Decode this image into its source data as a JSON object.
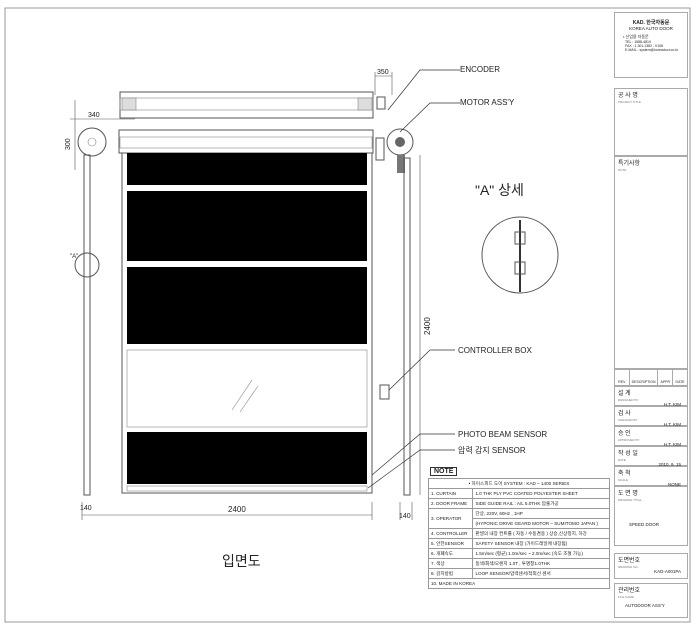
{
  "labels": {
    "encoder": "ENCODER",
    "motor": "MOTOR ASS'Y",
    "detail_a": "\"A\" 상세",
    "a_marker": "\"A\"",
    "controller_box": "CONTROLLER BOX",
    "photo_beam": "PHOTO BEAM SENSOR",
    "pressure_sensor": "압력 감지 SENSOR",
    "view_title": "입면도"
  },
  "dimensions": {
    "d350": "350",
    "d340": "340",
    "d300": "300",
    "height": "2400",
    "width": "2400",
    "left140": "140",
    "right140": "140"
  },
  "note": {
    "title": "NOTE",
    "header": "• 하이스피드 도어 SYSTEM : KAD – 1400 SERIES",
    "rows": [
      {
        "k": "1. CURTAIN",
        "v": "1.0 THK PLY PVC COATED POLYESTER SHEET"
      },
      {
        "k": "2. DOOR FRAME",
        "v": "SIDE GUIDE RAIL : A/L 5.0THK 압출가공"
      },
      {
        "k": "3. OPERATOR",
        "v": "단상, 220V, 60Hz , 1HP",
        "v2": "(HYPONIC DRIVE GEARD MOTOR – SUMITOMO JAPAN )"
      },
      {
        "k": "4. CONTROLLER",
        "v": "판넬의 내장 컨트롤 ( 자동 / 수동겸용 ) 상승,신상정지, 하강"
      },
      {
        "k": "5. 안전SENSOR",
        "v": "SAFETY SENSOR 내장 (가이드레일에 내장됨)"
      },
      {
        "k": "6. 개폐속도",
        "v": "1.5m/sec (평균) 1.0m/sec ~ 2.0m/sec (속도 조절 가능)"
      },
      {
        "k": "7. 색상",
        "v": "동색/회색/오렌지 1.0T , 투명창1.0THK"
      },
      {
        "k": "8. 감지방법",
        "v": "LOOP SENSOR/압력센서/적외선 센서"
      },
      {
        "k": "10. MADE IN KOREA",
        "v": ""
      }
    ]
  },
  "title_block": {
    "company_kr": "KAD. 한국자동문",
    "company_en": "KOREA AUTO DOOR",
    "office": "• 산업용 자동문",
    "tel": "TEL : 1588-4819",
    "fax": "FAX : 1.301.1382 - 0108",
    "email": "E-MAIL : system@koreadoor.co.kr",
    "project_kr": "공 사 명",
    "project_en": "PROJECT TITLE",
    "remarks_kr": "특기사항",
    "remarks_en": "NOTE",
    "rev_cols": [
      "REV",
      "DESCRIPTION",
      "APPR",
      "DATE"
    ],
    "fields": [
      {
        "kr": "설    계",
        "en": "DESIGNED BY",
        "v": "H.T. KIM"
      },
      {
        "kr": "검    사",
        "en": "CHECKED BY",
        "v": "H.T. KIM"
      },
      {
        "kr": "승    인",
        "en": "APPROVED BY",
        "v": "H.T. KIM"
      },
      {
        "kr": "작 성 일",
        "en": "DATE",
        "v": "2010. 9. 15"
      },
      {
        "kr": "축    척",
        "en": "SCALE",
        "v": "NONE"
      }
    ],
    "drawing_title_kr": "도 면 명",
    "drawing_title_en": "DRAWING TITLE",
    "drawing_title": "SPEED DOOR",
    "drawing_no_kr": "도면번호",
    "drawing_no_en": "DRAWING NO.",
    "drawing_no": "KAD-A001PA",
    "file_kr": "관리번호",
    "file_en": "FILE NAME",
    "file_name": "AUTODOOR ASS'Y"
  }
}
